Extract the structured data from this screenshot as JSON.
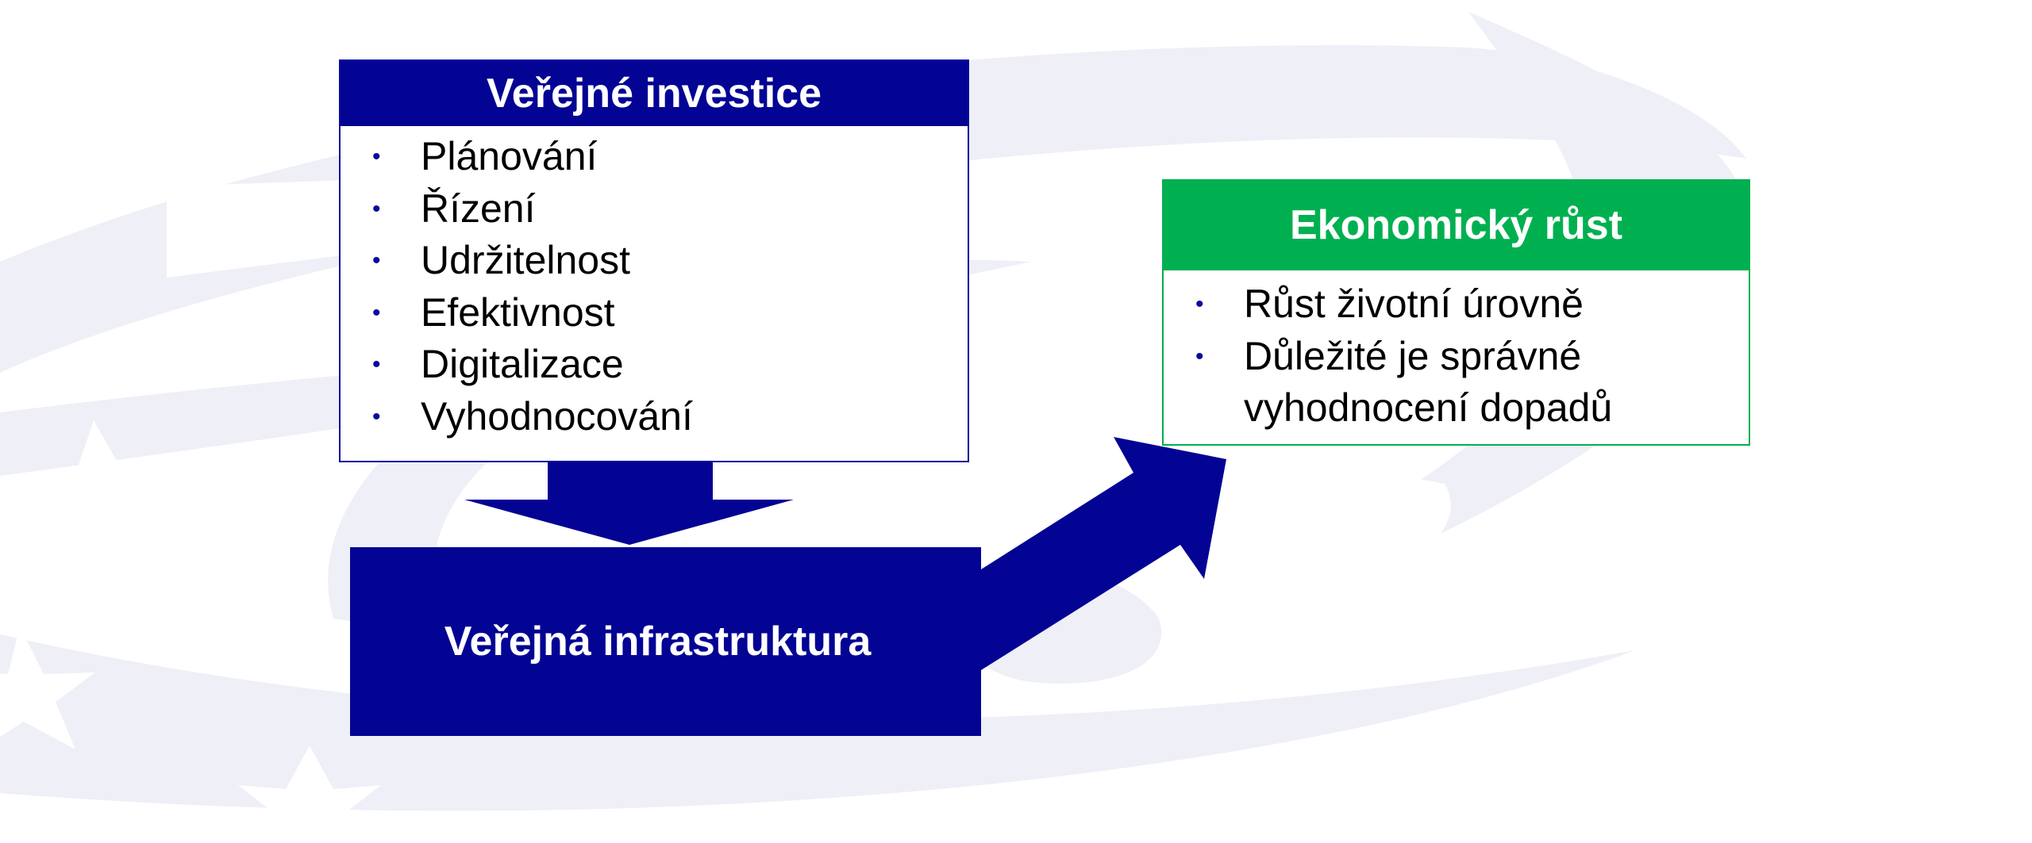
{
  "investment": {
    "title": "Veřejné investice",
    "items": [
      "Plánování",
      "Řízení",
      "Udržitelnost",
      "Efektivnost",
      "Digitalizace",
      "Vyhodnocování"
    ]
  },
  "infrastructure": {
    "title": "Veřejná infrastruktura"
  },
  "growth": {
    "title": "Ekonomický růst",
    "items": [
      "Růst životní úrovně",
      "Důležité je správné vyhodnocení dopadů"
    ]
  },
  "colors": {
    "navy": "#030394",
    "green": "#00b050",
    "watermark": "#eeeff7"
  },
  "bullet_glyph": "•"
}
